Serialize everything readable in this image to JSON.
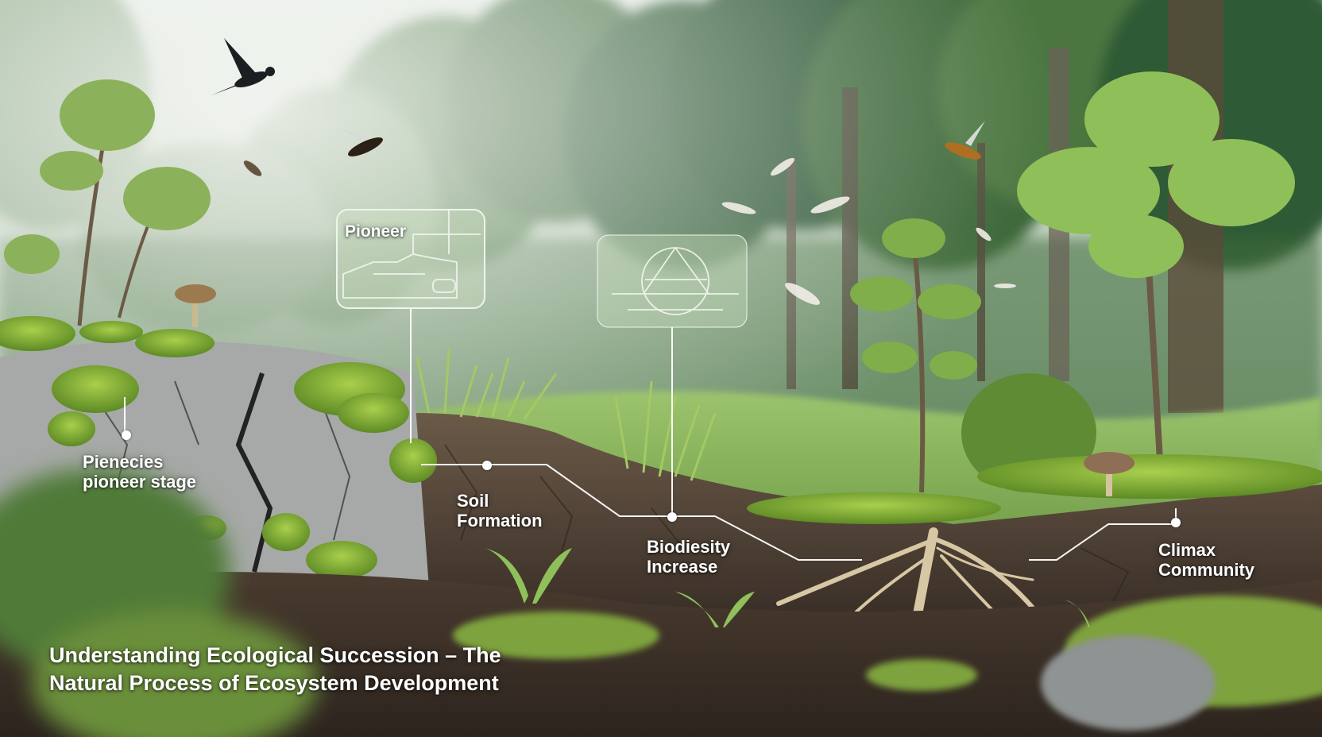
{
  "caption": {
    "line1": "Understanding Ecological Succession – The",
    "line2": "Natural Process of Ecosystem Development"
  },
  "cards": {
    "pioneer_title": "Pioneer"
  },
  "callouts": {
    "pioneer_stage_line1": "Pienecies",
    "pioneer_stage_line2": "pioneer stage",
    "soil_line1": "Soil",
    "soil_line2": "Formation",
    "biodiversity_line1": "Biodiesity",
    "biodiversity_line2": "Increase",
    "climax_line1": "Climax",
    "climax_line2": "Community"
  },
  "colors": {
    "sky": "#dfe6df",
    "forest_dark": "#2f5a34",
    "moss": "#7fa83a",
    "rock": "#a7aaa8",
    "soil": "#5a4a3c",
    "root": "#d8c7a4",
    "label": "#ffffff"
  }
}
